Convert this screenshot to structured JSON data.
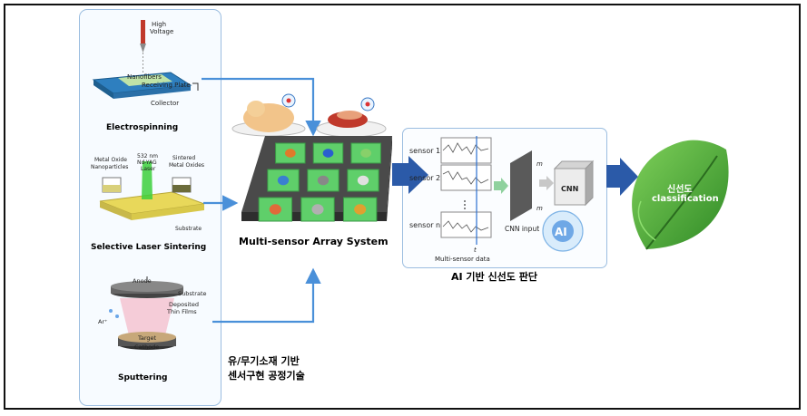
{
  "left_panel": {
    "electrospinning": {
      "title": "Electrospinning",
      "high_voltage": [
        "High",
        "Voltage"
      ],
      "nanofibers": "Nanofibers",
      "receiving_plate": "Receiving Plate",
      "collector": "Collector"
    },
    "laser_sintering": {
      "title": "Selective Laser Sintering",
      "metal_oxide_np": [
        "Metal Oxide",
        "Nanoparticles"
      ],
      "laser": [
        "532 nm",
        "Nd-YAG",
        "Laser"
      ],
      "sintered": [
        "Sintered",
        "Metal Oxides"
      ],
      "substrate": "Substrate"
    },
    "sputtering": {
      "title": "Sputtering",
      "anode": "Anode",
      "substrate": "Substrate",
      "deposited": [
        "Deposited",
        "Thin Films"
      ],
      "ar": "Ar⁺",
      "target": "Target",
      "cathode": "Cathode"
    }
  },
  "process_caption": [
    "유/무기소재 기반",
    "센서구현 공정기술"
  ],
  "array": {
    "label": "Multi-sensor Array System",
    "tiles": 9
  },
  "ai_panel": {
    "sensors": [
      "sensor 1",
      "sensor 2",
      "sensor n"
    ],
    "sensor_index": [
      "1",
      "2",
      "n"
    ],
    "t_label": "t",
    "multi_sensor_data": "Multi-sensor data",
    "cnn_input": "CNN input",
    "m_label": "m",
    "cnn": "CNN",
    "ai": "AI",
    "caption": "AI 기반 신선도 판단"
  },
  "result": {
    "line1": "신선도",
    "line2": "classification"
  },
  "colors": {
    "arrow_blue": "#4a90d9",
    "big_arrow": "#2b5aa8",
    "tile_green": "#5fcf6a",
    "leaf_green": "#3f9e2f",
    "panel_border": "#9bbde0"
  }
}
